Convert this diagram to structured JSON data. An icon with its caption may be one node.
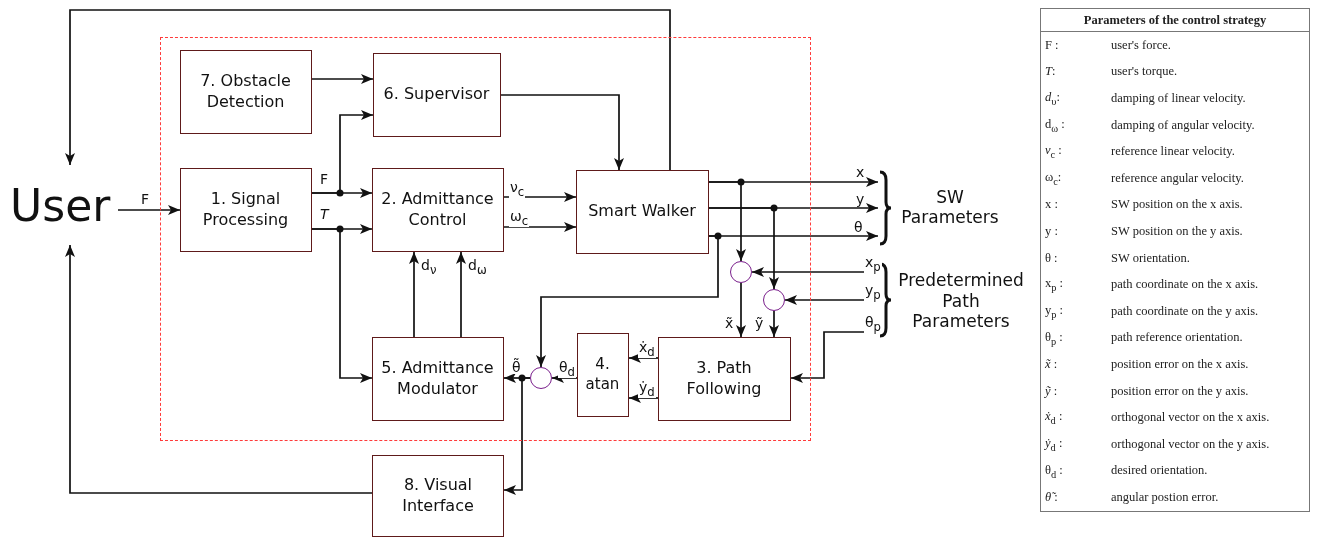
{
  "diagram": {
    "nodes": [
      {
        "text": [
          "User"
        ]
      },
      {
        "text": [],
        "shape": "box"
      },
      {
        "text": [
          "7. Obstacle Detection"
        ],
        "in": 1
      },
      {
        "text": [
          "6. Supervisor"
        ],
        "in": 1
      },
      {
        "text": [
          "1. Signal Processing"
        ],
        "in": 1
      },
      {
        "text": [
          "2. Admittance Control"
        ],
        "in": 1
      },
      {
        "text": [
          "Smart Walker"
        ],
        "in": 1
      },
      {
        "text": [],
        "shape": "circle",
        "in": 1
      },
      {
        "text": [],
        "shape": "circle",
        "in": 1
      },
      {
        "text": [
          "5. Admittance Modulator"
        ],
        "in": 1
      },
      {
        "text": [],
        "shape": "circle",
        "in": 1
      },
      {
        "text": [
          "4. atan"
        ],
        "in": 1
      },
      {
        "text": [
          "3. Path Following"
        ],
        "in": 1
      },
      {
        "text": [
          "8. Visual Interface"
        ]
      },
      {
        "text": [
          "SW Parameters"
        ]
      },
      {
        "text": [
          "Predetermined Path Parameters"
        ]
      }
    ],
    "edges": [
      {
        "from": 0,
        "to": 4,
        "arrow": "to",
        "label": "F"
      },
      {
        "from": 4,
        "to": 5,
        "arrow": "to",
        "label": "F"
      },
      {
        "from": 4,
        "to": 3,
        "arrow": "to"
      },
      {
        "from": 4,
        "to": 5,
        "arrow": "to",
        "label": "*T*"
      },
      {
        "from": 4,
        "to": 9,
        "arrow": "to"
      },
      {
        "from": 2,
        "to": 3,
        "arrow": "to"
      },
      {
        "from": 3,
        "to": 6,
        "arrow": "to"
      },
      {
        "from": 5,
        "to": 6,
        "arrow": "to",
        "label": "ν$_{c}$"
      },
      {
        "from": 5,
        "to": 6,
        "arrow": "to",
        "label": "ω$_{c}$"
      },
      {
        "from": 9,
        "to": 5,
        "arrow": "to",
        "label": "d$_{ν}$"
      },
      {
        "from": 9,
        "to": 5,
        "arrow": "to",
        "label": "d$_{ω}$"
      },
      {
        "from": 6,
        "to": 0,
        "arrow": "to"
      },
      {
        "from": 6,
        "to": 14,
        "arrow": "to",
        "label": "x"
      },
      {
        "from": 6,
        "to": 14,
        "arrow": "to",
        "label": "y"
      },
      {
        "from": 6,
        "to": 14,
        "arrow": "to",
        "label": "θ"
      },
      {
        "from": 6,
        "to": 7,
        "arrow": "to"
      },
      {
        "from": 6,
        "to": 8,
        "arrow": "to"
      },
      {
        "from": 6,
        "to": 10,
        "arrow": "to"
      },
      {
        "from": 15,
        "to": 7,
        "arrow": "to",
        "label": "x$_{p}$"
      },
      {
        "from": 15,
        "to": 8,
        "arrow": "to",
        "label": "y$_{p}$"
      },
      {
        "from": 15,
        "to": 12,
        "arrow": "to",
        "label": "θ$_{p}$"
      },
      {
        "from": 7,
        "to": 12,
        "arrow": "to",
        "label": "x̃"
      },
      {
        "from": 8,
        "to": 12,
        "arrow": "to",
        "label": "ỹ"
      },
      {
        "from": 12,
        "to": 11,
        "arrow": "to",
        "label": "ẋ$_{d}$"
      },
      {
        "from": 12,
        "to": 11,
        "arrow": "to",
        "label": "ẏ$_{d}$"
      },
      {
        "from": 11,
        "to": 10,
        "arrow": "to",
        "label": "θ$_{d}$"
      },
      {
        "from": 10,
        "to": 9,
        "arrow": "to",
        "label": "θ̃"
      },
      {
        "from": 10,
        "to": 13,
        "arrow": "to"
      },
      {
        "from": 13,
        "to": 0,
        "arrow": "to"
      }
    ],
    "labels": [
      "Parameters of the control strategy",
      "F :",
      "user's force.",
      "*T*:",
      "user's torque.",
      "*d*$_{υ}$:",
      "damping of linear velocity.",
      "d$_{ω}$ :",
      "damping of angular velocity.",
      "*ν*$_{c}$ :",
      "reference linear velocity.",
      "ω$_{c}$:",
      "reference angular velocity.",
      "x :",
      "SW position on the x axis.",
      "y :",
      "SW position on the y axis.",
      "θ :",
      "SW orientation.",
      "x$_{p}$ :",
      "path coordinate on the x axis.",
      "y$_{p}$ :",
      "path coordinate on the y axis.",
      "θ$_{p}$ :",
      "path reference orientation.",
      "*x̃* :",
      "position error on the x axis.",
      "*ỹ* :",
      "position error on the y axis.",
      "*ẋ*$_{d}$ :",
      "orthogonal vector on the x axis.",
      "*ẏ*$_{d}$ :",
      "orthogonal vector on the y axis.",
      "θ$_{d}$ :",
      "desired orientation.",
      "*θ̃* :",
      "angular postion error."
    ]
  }
}
